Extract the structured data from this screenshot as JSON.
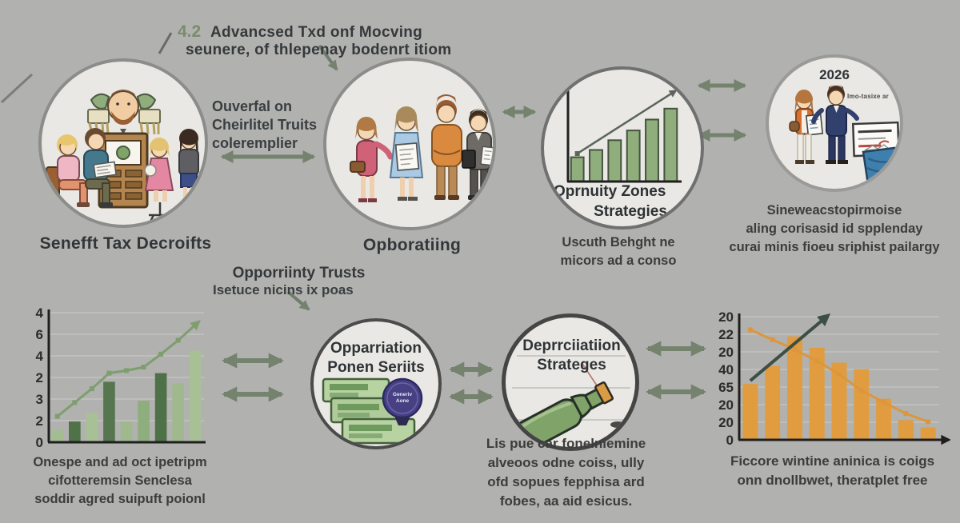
{
  "colors": {
    "background": "#b1b1af",
    "arrow": "#74826e",
    "circle_fill": "#e9e8e4",
    "green_dark": "#4f7249",
    "green_light": "#a3bc91",
    "orange_bar": "#e09c3e",
    "accent_number": "#7b8c6d"
  },
  "header": {
    "number": "4.2",
    "line1": "Advancsed Txd onf Mocving",
    "line2": "seunere, of thlepenay bodenrt itiom"
  },
  "top_row": {
    "trust_note": [
      "Ouverfal on",
      "Cheirlitel Truits",
      "coleremplier"
    ],
    "family_label": "Senefft Tax Decroifts",
    "group_label": "Opboratiing",
    "zones_title": [
      "Oprnuity Zones",
      "Strategies"
    ],
    "zones_caption": [
      "Uscuth Behght ne",
      "micors ad a conso"
    ],
    "year_badge": "2026",
    "sign_note": "Imo-tasixe ar",
    "right_caption": [
      "Sineweacstopirmoise",
      "aling corisasid id spplenday",
      "curai minis fioeu sriphist pailargy"
    ]
  },
  "middle_note": [
    "Opporriinty Trusts",
    "Isetuce nicins ix poas"
  ],
  "bottom_row": {
    "money_title": [
      "Opparriation",
      "Ponen Seriits"
    ],
    "money_badge": "Generiv Aone",
    "bottle_title": [
      "Deprrciiatiion",
      "Strateges"
    ],
    "left_caption": [
      "Onespe and ad oct ipetripm",
      "cifotteremsin Senclesa",
      "soddir agred suipuft poionl"
    ],
    "mid_caption": [
      "Lis pue car fonelniemine",
      "alveoos odne coiss, ully",
      "ofd sopues fepphisa ard",
      "fobes, aa aid esicus."
    ],
    "right_caption": [
      "Ficcore wintine aninica is coigs",
      "onn dnollbwet, theratplet free"
    ]
  },
  "chart_data": [
    {
      "id": "opportunity-mini-chart",
      "type": "bar",
      "title": "Oprnuity Zones Strategies",
      "values": [
        2.0,
        2.6,
        3.4,
        4.2,
        5.1,
        6.0
      ],
      "ylim": [
        0,
        7.5
      ],
      "bar_color": "#8fae7c",
      "bar_stroke": "#44523f",
      "grid": false,
      "trend": {
        "from": [
          0,
          2.3
        ],
        "to": [
          5.1,
          7.3
        ],
        "color": "#5b655b",
        "width": 2.5,
        "marker_start": true
      }
    },
    {
      "id": "benefit-growth-chart",
      "type": "bar+line",
      "ytick_labels": [
        "4",
        "6",
        "4",
        "2",
        "3",
        "2",
        "0"
      ],
      "values": [
        0.7,
        1.2,
        1.7,
        3.5,
        1.2,
        2.4,
        4.0,
        3.4,
        5.3
      ],
      "bar_colors": [
        "#a3bc91",
        "#4f7249",
        "#a8c096",
        "#55764e",
        "#9fb88d",
        "#8fae7e",
        "#4e7148",
        "#9fb88d",
        "#a8c096"
      ],
      "ylim": [
        0,
        7.5
      ],
      "grid": true,
      "line": {
        "values": [
          1.5,
          2.3,
          3.1,
          4.0,
          4.15,
          4.35,
          5.1,
          5.9,
          6.8
        ],
        "color": "#7f9e6f",
        "markers": true,
        "arrow": true
      }
    },
    {
      "id": "decline-chart",
      "type": "bar+line",
      "ytick_labels": [
        "20",
        "22",
        "20",
        "40",
        "65",
        "20",
        "20",
        "0"
      ],
      "values": [
        3.4,
        4.5,
        6.3,
        5.6,
        4.7,
        4.3,
        2.5,
        1.2,
        0.75
      ],
      "bar_color": "#e09c3e",
      "ylim": [
        0,
        7.5
      ],
      "grid": true,
      "x_axis_arrow": true,
      "line": {
        "values": [
          6.7,
          6.1,
          5.5,
          4.8,
          4.0,
          3.0,
          2.3,
          1.6,
          1.1
        ],
        "color": "#dd963c",
        "markers": true,
        "arrow": false
      },
      "trend": {
        "from": [
          0,
          3.6
        ],
        "to": [
          3.3,
          7.35
        ],
        "color": "#3c4f45",
        "width": 4,
        "marker_start": false
      }
    }
  ]
}
